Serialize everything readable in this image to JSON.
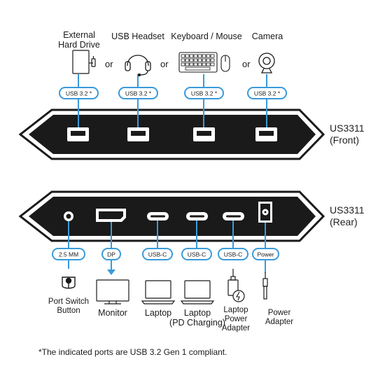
{
  "front": {
    "devices": [
      {
        "label": "External\nHard Drive",
        "port": "USB 3.2 *"
      },
      {
        "label": "USB Headset",
        "port": "USB 3.2 *"
      },
      {
        "label": "Keyboard / Mouse",
        "port": "USB 3.2 *"
      },
      {
        "label": "Camera",
        "port": "USB 3.2 *"
      }
    ],
    "or_label": "or",
    "model": "US3311",
    "side": "(Front)"
  },
  "rear": {
    "model": "US3311",
    "side": "(Rear)",
    "ports": [
      {
        "port": "2.5 MM",
        "label": "Port Switch\nButton"
      },
      {
        "port": "DP",
        "label": "Monitor"
      },
      {
        "port": "USB-C",
        "label": "Laptop"
      },
      {
        "port": "USB-C",
        "label": "Laptop\n(PD Charging)"
      },
      {
        "port": "USB-C",
        "label": "Laptop\nPower\nAdapter"
      },
      {
        "port": "Power",
        "label": "Power\nAdapter"
      }
    ]
  },
  "footnote": "*The indicated ports are USB 3.2 Gen 1 compliant.",
  "colors": {
    "accent": "#3a9ad9",
    "body": "#1a1a1a"
  }
}
